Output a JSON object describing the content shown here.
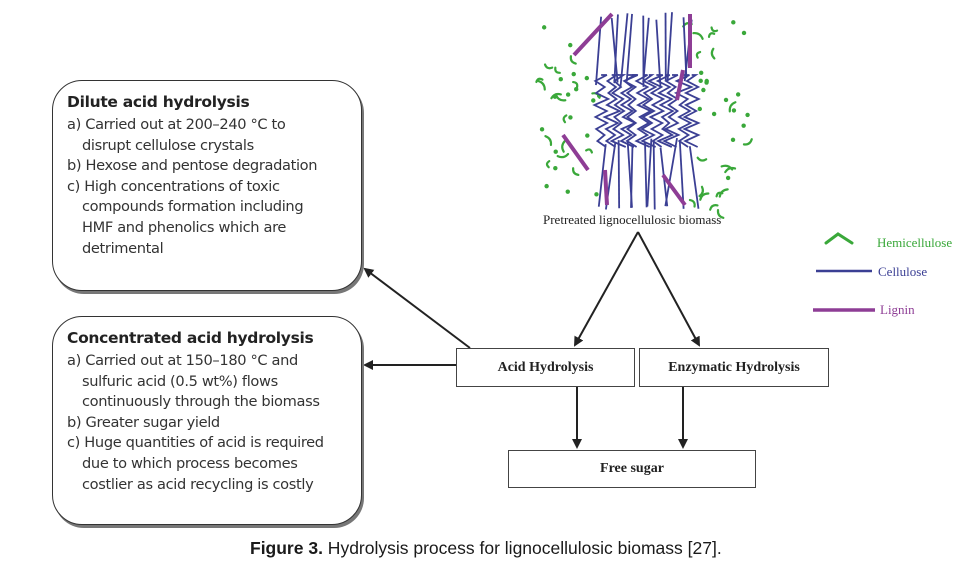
{
  "figure": {
    "caption_label": "Figure 3.",
    "caption_text": " Hydrolysis process for lignocellulosic biomass [27]."
  },
  "biomass": {
    "label": "Pretreated lignocellulosic biomass"
  },
  "legend": {
    "items": [
      {
        "label": "Hemicellulose",
        "color": "#3aa83a",
        "icon": "hemicellulose-arc-icon"
      },
      {
        "label": "Cellulose",
        "color": "#3b3f94",
        "icon": "cellulose-line-icon"
      },
      {
        "label": "Lignin",
        "color": "#8e3d95",
        "icon": "lignin-line-icon"
      }
    ]
  },
  "process": {
    "acid": "Acid Hydrolysis",
    "enzymatic": "Enzymatic Hydrolysis",
    "free_sugar": "Free sugar"
  },
  "dilute": {
    "title": "Dilute acid hydrolysis",
    "items": [
      {
        "first": "a) Carried out at 200–240 °C to",
        "rest": [
          "disrupt cellulose crystals"
        ]
      },
      {
        "first": "b) Hexose and pentose degradation",
        "rest": []
      },
      {
        "first": "c) High concentrations of toxic",
        "rest": [
          "compounds formation including",
          "HMF and phenolics which are",
          "detrimental"
        ]
      }
    ]
  },
  "concentrated": {
    "title": "Concentrated acid hydrolysis",
    "items": [
      {
        "first": "a) Carried out at 150–180 °C and",
        "rest": [
          "sulfuric acid (0.5 wt%) flows",
          "continuously through the biomass"
        ]
      },
      {
        "first": "b) Greater sugar yield",
        "rest": []
      },
      {
        "first": "c) Huge quantities of acid is required",
        "rest": [
          "due to which process becomes",
          "costlier as acid recycling  is costly"
        ]
      }
    ]
  },
  "colors": {
    "hemicellulose": "#3aa83a",
    "cellulose": "#3b3f94",
    "lignin": "#8e3d95",
    "arrow": "#222222"
  }
}
